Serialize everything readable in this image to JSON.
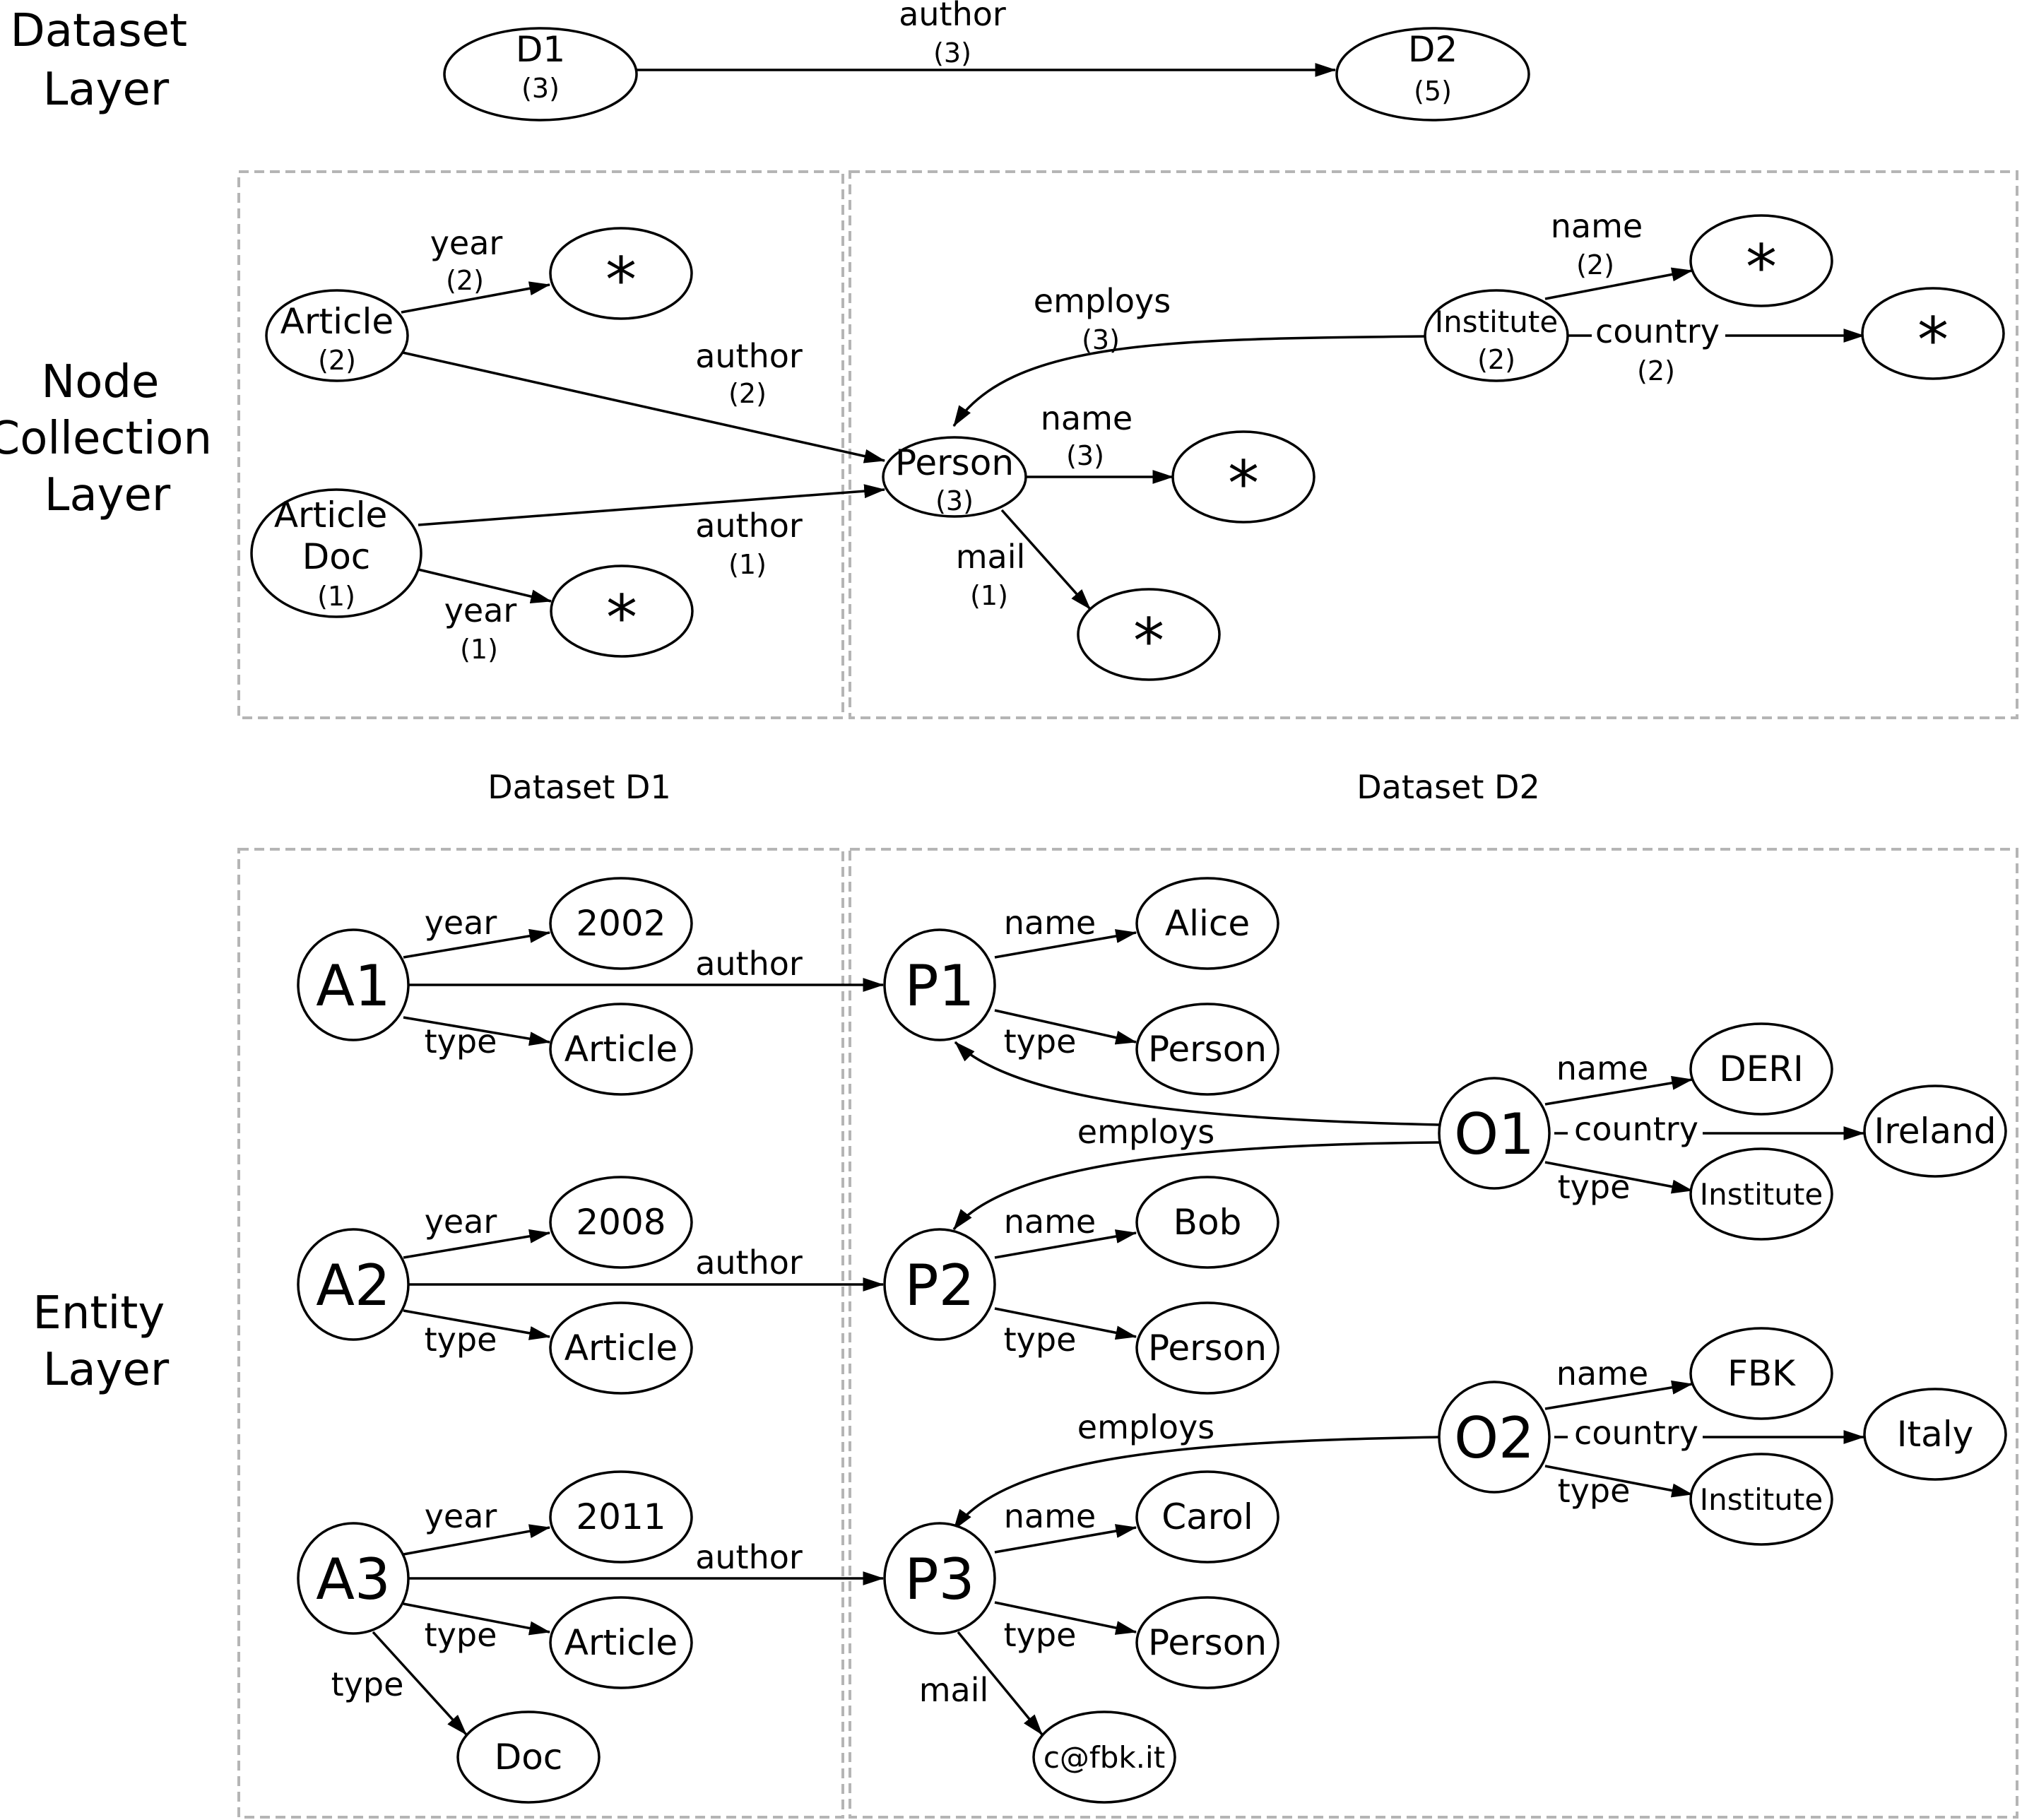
{
  "layers": {
    "dataset": [
      "Dataset",
      "Layer"
    ],
    "collection": [
      "Node",
      "Collection",
      "Layer"
    ],
    "entity": [
      "Entity",
      "Layer"
    ]
  },
  "dataset_titles": {
    "d1": "Dataset D1",
    "d2": "Dataset D2"
  },
  "dataset_layer": {
    "d1": {
      "label": "D1",
      "count": "(3)"
    },
    "d2": {
      "label": "D2",
      "count": "(5)"
    },
    "edge": {
      "label": "author",
      "count": "(3)"
    }
  },
  "collection_layer": {
    "article": {
      "label": "Article",
      "count": "(2)"
    },
    "articledoc": {
      "label_lines": [
        "Article",
        "Doc"
      ],
      "count": "(1)"
    },
    "person": {
      "label": "Person",
      "count": "(3)"
    },
    "institute": {
      "label": "Institute",
      "count": "(2)"
    },
    "star": "*",
    "edges": {
      "article_year": {
        "label": "year",
        "count": "(2)"
      },
      "article_author": {
        "label": "author",
        "count": "(2)"
      },
      "articledoc_author": {
        "label": "author",
        "count": "(1)"
      },
      "articledoc_year": {
        "label": "year",
        "count": "(1)"
      },
      "employs": {
        "label": "employs",
        "count": "(3)"
      },
      "inst_name": {
        "label": "name",
        "count": "(2)"
      },
      "inst_country": {
        "label": "country",
        "count": "(2)"
      },
      "person_name": {
        "label": "name",
        "count": "(3)"
      },
      "person_mail": {
        "label": "mail",
        "count": "(1)"
      }
    }
  },
  "entity_layer": {
    "entities": {
      "A1": "A1",
      "A2": "A2",
      "A3": "A3",
      "P1": "P1",
      "P2": "P2",
      "P3": "P3",
      "O1": "O1",
      "O2": "O2"
    },
    "values": {
      "a1_year": "2002",
      "a1_type": "Article",
      "a2_year": "2008",
      "a2_type": "Article",
      "a3_year": "2011",
      "a3_type": "Article",
      "a3_type2": "Doc",
      "p1_name": "Alice",
      "p1_type": "Person",
      "p2_name": "Bob",
      "p2_type": "Person",
      "p3_name": "Carol",
      "p3_type": "Person",
      "p3_mail": "c@fbk.it",
      "o1_name": "DERI",
      "o1_country": "Ireland",
      "o1_type": "Institute",
      "o2_name": "FBK",
      "o2_country": "Italy",
      "o2_type": "Institute"
    },
    "edge_labels": {
      "year": "year",
      "type": "type",
      "author": "author",
      "name": "name",
      "country": "country",
      "employs": "employs",
      "mail": "mail"
    }
  }
}
